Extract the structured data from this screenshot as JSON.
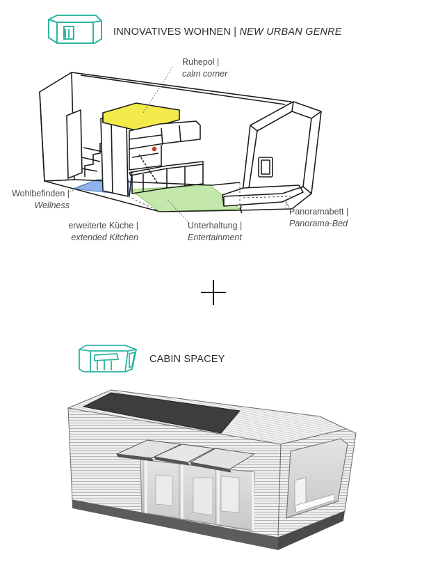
{
  "header": {
    "title_main": "INNOVATIVES WOHNEN |",
    "title_sub": "NEW URBAN GENRE",
    "logo_icon": "cabin-outline-icon",
    "accent_color": "#2fb5a0"
  },
  "zones": {
    "calm_corner": {
      "label": "Ruhepol |",
      "label_en": "calm corner",
      "color": "#f2ea52"
    },
    "wellness": {
      "label": "Wohlbefinden |",
      "label_en": "Wellness",
      "color": "#6f9fe0"
    },
    "kitchen": {
      "label": "erweiterte Küche |",
      "label_en": "extended Kitchen"
    },
    "entertainment": {
      "label": "Unterhaltung |",
      "label_en": "Entertainment",
      "color": "#a9dd8c"
    },
    "panorama_bed": {
      "label": "Panoramabett |",
      "label_en": "Panorama-Bed"
    }
  },
  "divider": {
    "symbol": "plus-icon"
  },
  "product": {
    "name": "CABIN SPACEY",
    "logo_icon": "cabin-colored-icon"
  }
}
